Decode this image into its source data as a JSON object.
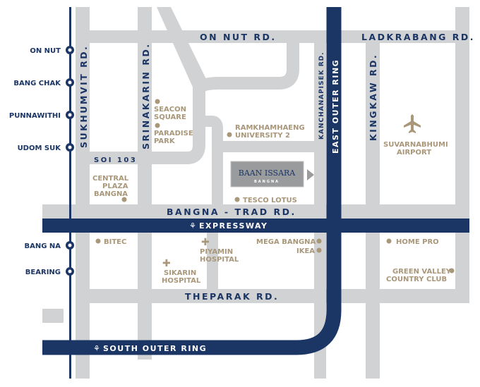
{
  "colors": {
    "navy": "#1b3564",
    "road": "#d1d2d4",
    "poi": "#a9977a",
    "project": "#9a9b9d"
  },
  "roads": {
    "on_nut": "ON NUT RD.",
    "ladkrabang": "LADKRABANG RD.",
    "sukhumvit": "SUKHUMVIT RD.",
    "srinakarin": "SRINAKARIN RD.",
    "kanchanapisek": "KANCHANAPISEK RD.",
    "kingkaw": "KINGKAW RD.",
    "soi103": "SOI 103",
    "bangna_trad": "BANGNA - TRAD RD.",
    "theparak": "THEPARAK RD."
  },
  "highways": {
    "east_outer_ring": "EAST OUTER RING",
    "expressway": "EXPRESSWAY",
    "south_outer_ring": "SOUTH OUTER RING"
  },
  "stations": [
    "ON NUT",
    "BANG CHAK",
    "PUNNAWITHI",
    "UDOM SUK",
    "BANG NA",
    "BEARING"
  ],
  "pois": {
    "seacon": [
      "SEACON",
      "SQUARE"
    ],
    "paradise": [
      "PARADISE",
      "PARK"
    ],
    "central": [
      "CENTRAL",
      "PLAZA",
      "BANGNA"
    ],
    "ramkhamhaeng": [
      "RAMKHAMHAENG",
      "UNIVERSITY 2"
    ],
    "tesco": "TESCO LOTUS",
    "airport": [
      "SUVARNABHUMI",
      "AIRPORT"
    ],
    "bitec": "BITEC",
    "piyamin": [
      "PIYAMIN",
      "HOSPITAL"
    ],
    "sikarin": [
      "SIKARIN",
      "HOSPITAL"
    ],
    "mega": "MEGA BANGNA",
    "ikea": "IKEA",
    "homepro": "HOME PRO",
    "greenvalley": [
      "GREEN VALLEY",
      "COUNTRY CLUB"
    ]
  },
  "project": {
    "name": "BAAN ISSARA",
    "sub": "BANGNA"
  }
}
